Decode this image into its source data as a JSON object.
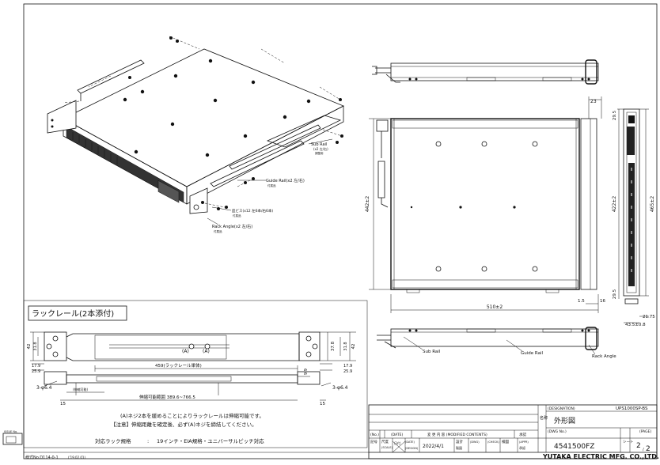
{
  "rail_section": {
    "title": "ラックレール(2本添付)",
    "hole_label_a1": "(A)",
    "hole_label_a2": "(A)",
    "bracket_hole_callout_left": "3-φ6.4",
    "bracket_hole_callout_right": "3-φ6.4",
    "dims": {
      "d42_left": "42",
      "d31_8_left": "31.8",
      "d17_9_left": "17.9",
      "d25_9_left": "25.9",
      "d37_8_right": "37.8",
      "d31_8_right": "31.8",
      "d42_right": "42",
      "d17_9_right": "17.9",
      "d25_9_right": "25.9",
      "d9_9": "9.9",
      "d459": "459(ラックレール単体)",
      "stretch_label": "(伸縮可能)",
      "stretch_range": "伸縮可能範囲 389.6~766.5",
      "d15_left": "15",
      "d15_right": "15"
    },
    "note_1": "(A)ネジ2本を緩めることによりラックレールは伸縮可能です。",
    "note_2": "【注意】伸縮距離を確定後、必ず(A)ネジを締結してください。",
    "spec_label": "対応ラック規格",
    "spec_colon": ":",
    "spec_value": "19インチ・EIA規格・ユニバーサルピッチ対応"
  },
  "iso_labels": {
    "sub_rail": "Sub Rail",
    "sub_rail_qty": "(x2 左/右)",
    "sub_rail_jp": "調整用",
    "screw": "皿ビス(x12 左6本/右6本)",
    "screw_jp": "付属品",
    "guide_rail": "Guide Rail(x2 左/右)",
    "guide_rail_jp": "付属品",
    "rack_angle": "Rack Angle(x2 左/右)",
    "rack_angle_jp": "付属品"
  },
  "ortho": {
    "d23": "23",
    "d29_5_top": "29.5",
    "d442": "442±2",
    "d422": "422±2",
    "d465": "465±2",
    "d29_5_bottom": "29.5",
    "d510": "510±2",
    "d1_5": "1.5",
    "d16": "16",
    "d43_5": "43.5±0.8",
    "d21_75": "21.75",
    "bottom_sub_rail": "Sub Rail",
    "bottom_guide_rail": "Guide Rail",
    "bottom_rack_angle": "Rack Angle"
  },
  "title_block": {
    "designation_label": "(DESIGNATION)",
    "designation_value": "UPS1000SP-BS",
    "drawing_title": "外形図",
    "name_label": "名称",
    "dwg_no_label": "(DWG No.)",
    "dwg_no": "4541500FZ",
    "page_label": "(PAGE)",
    "page_num": "2",
    "page_total": "2",
    "sheet_label": "シート",
    "rev_no": "(No.)",
    "rev_date": "(DATE)",
    "rev_contents": "変 更 内 容 (MODIFIED CONTENTS)",
    "rev_app": "承認",
    "scale_label": "(SCALE)",
    "date_label": "(DATE)",
    "date_value": "2022/4/1",
    "design_label": "(DESIGN)",
    "dwg_label": "(DWG)",
    "check_label": "(CHECK)",
    "appr_label": "(APPR)",
    "ja_scale": "尺度",
    "ja_hidzuke": "日付",
    "ja_design": "設計",
    "ja_dwg": "製図",
    "ja_check": "検図",
    "ja_appr": "承認",
    "ja_symbol": "記号",
    "company": "YUTAKA ELECTRIC MFG. CO.,LTD.",
    "issue_no": "ISSUE No.",
    "form_no": "様式No.D114-0-1",
    "form_date": "('19.02.01)"
  }
}
